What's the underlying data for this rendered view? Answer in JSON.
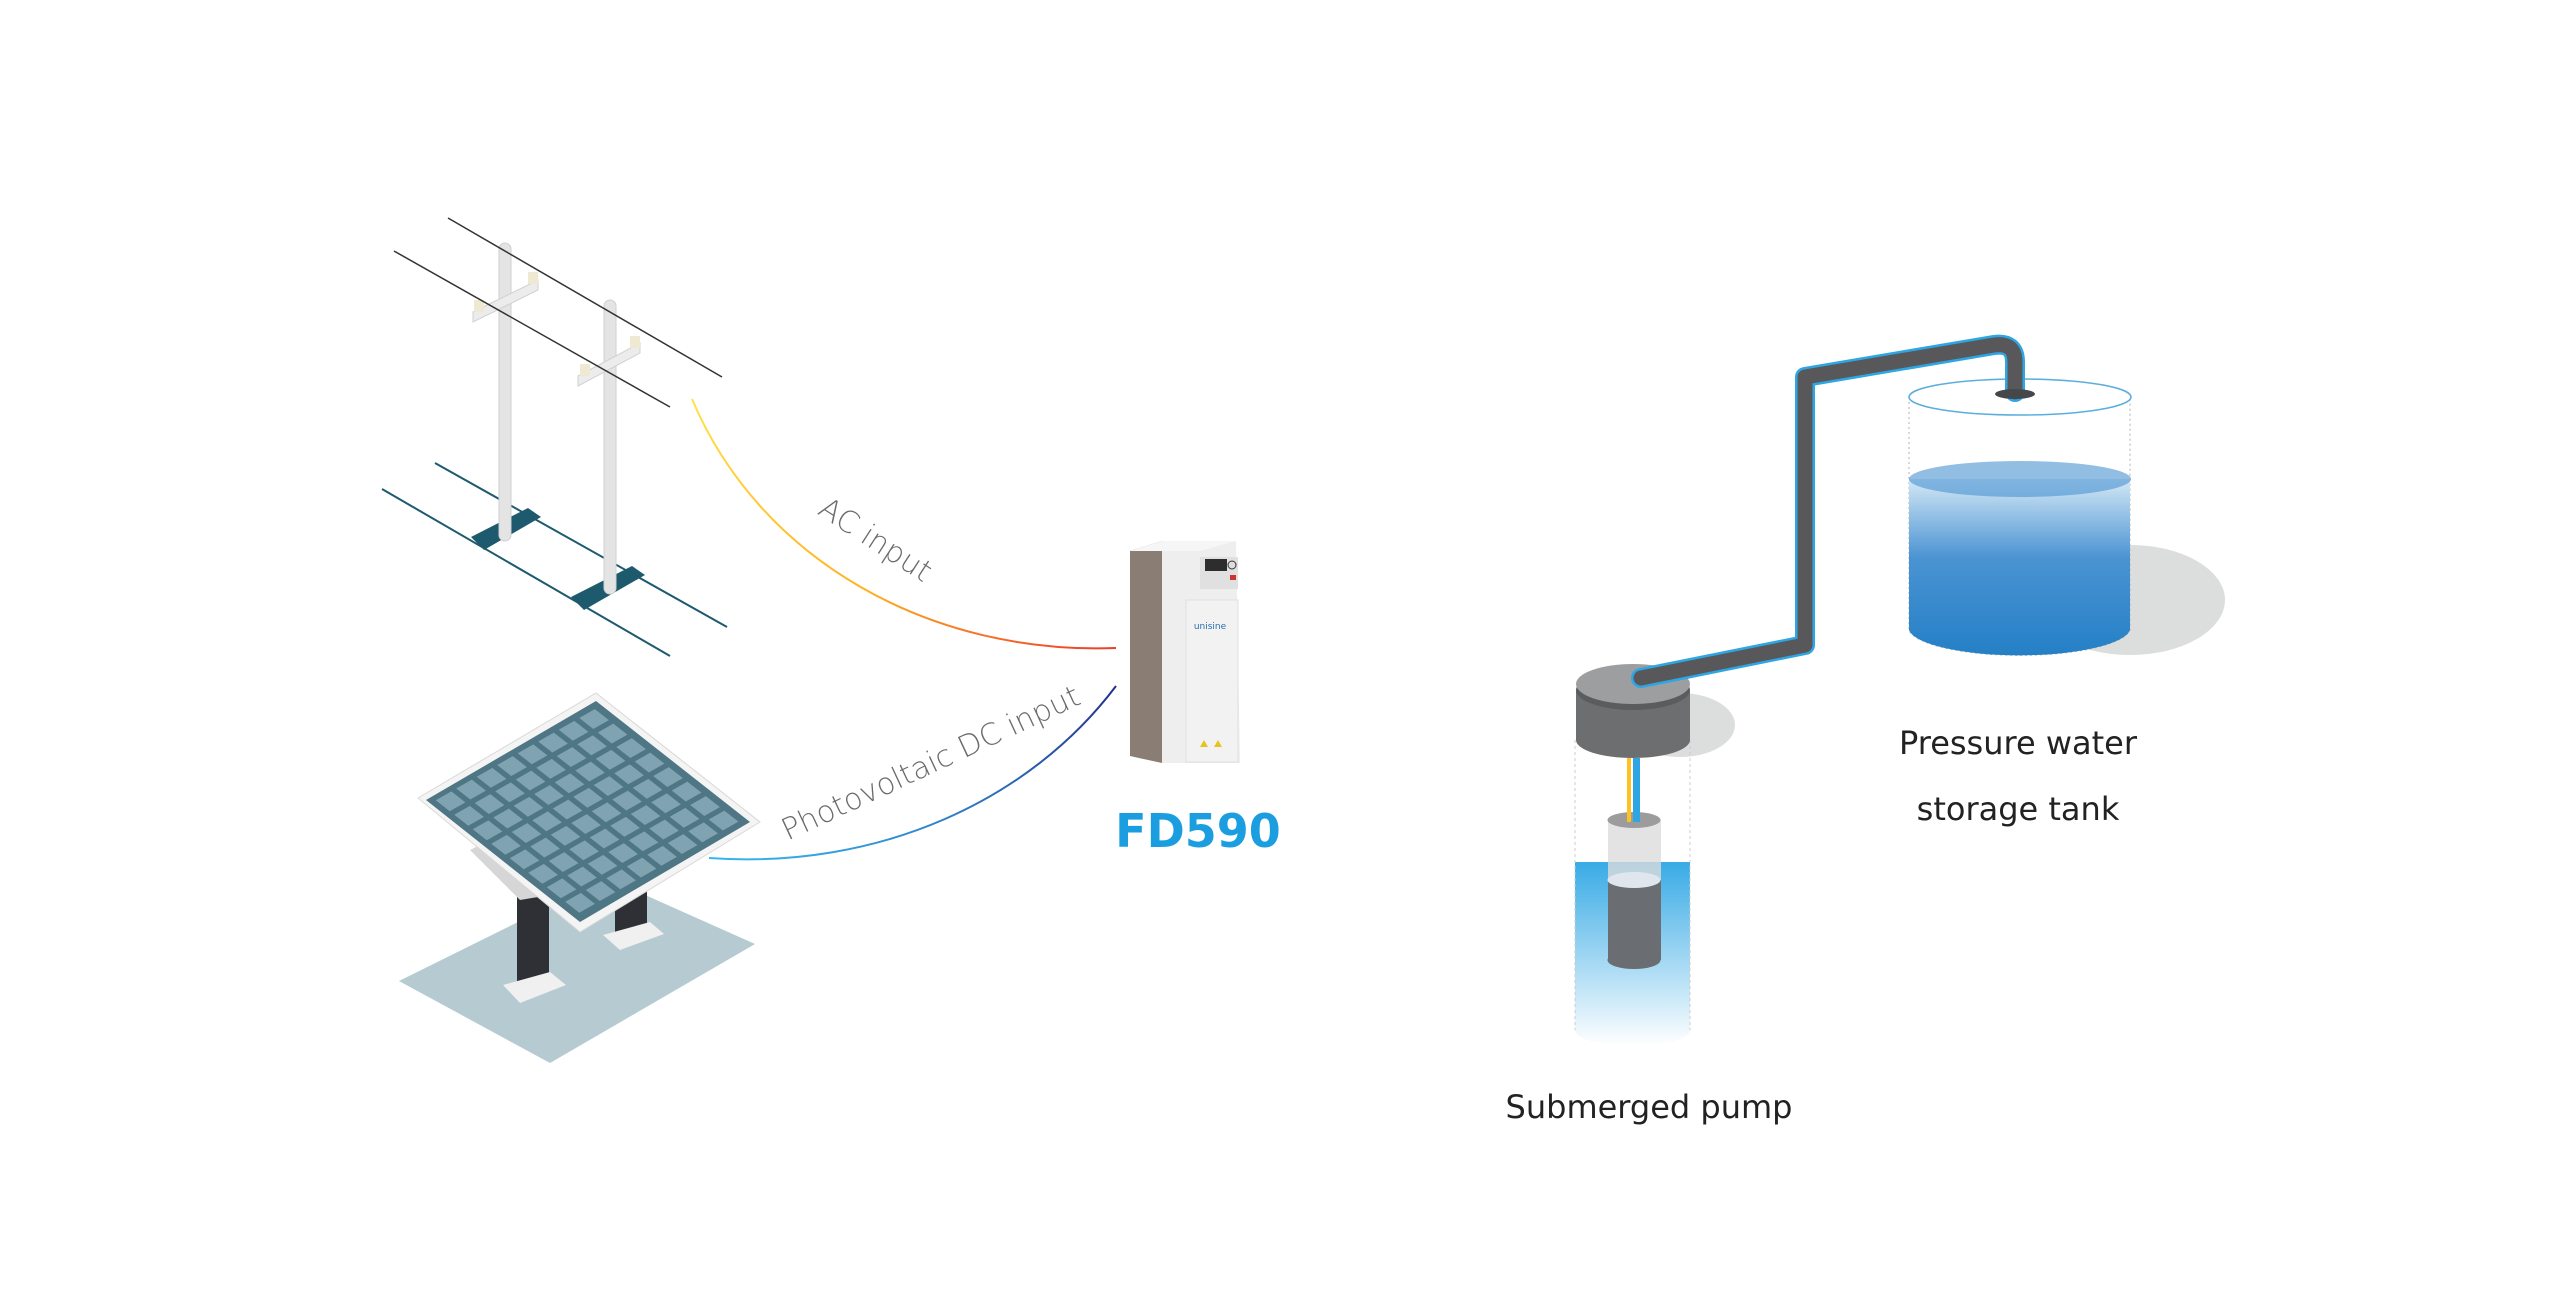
{
  "labels": {
    "ac_input": "AC input",
    "pv_input": "Photovoltaic DC input",
    "model": "FD590",
    "brand": "unisine",
    "pump": "Submerged pump",
    "tank_line1": "Pressure water",
    "tank_line2": "storage tank"
  },
  "colors": {
    "brand_blue": "#1a9ee0",
    "water_blue": "#2680c8",
    "pipe_gray": "#58585a",
    "ground_line": "#1e5a6e",
    "panel_cell": "#7fa3b0"
  }
}
